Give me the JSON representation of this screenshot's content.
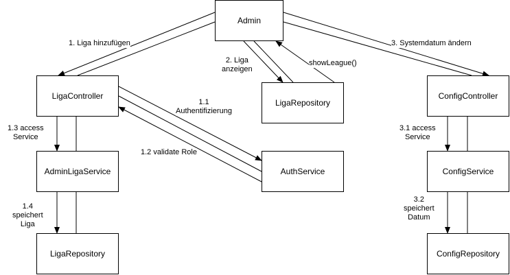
{
  "colors": {
    "stroke": "#000000",
    "fill": "#ffffff",
    "text": "#000000"
  },
  "nodes": {
    "admin": "Admin",
    "liga_controller": "LigaController",
    "liga_repository_top": "LigaRepository",
    "config_controller": "ConfigController",
    "admin_liga_service": "AdminLigaService",
    "auth_service": "AuthService",
    "config_service": "ConfigService",
    "liga_repository_bottom": "LigaRepository",
    "config_repository": "ConfigRepository"
  },
  "edges": {
    "liga_hinzufuegen": "1. Liga hinzufügen",
    "liga_anzeigen": "2. Liga\nanzeigen",
    "show_league": "showLeague()",
    "systemdatum_aendern": "3. Systemdatum ändern",
    "authentifizierung": "1.1\nAuthentifizierung",
    "validate_role": "1.2 validate Role",
    "access_service_liga": "1.3 access\nService",
    "speichert_liga": "1.4\nspeichert\nLiga",
    "access_service_config": "3.1 access\nService",
    "speichert_datum": "3.2\nspeichert\nDatum"
  }
}
